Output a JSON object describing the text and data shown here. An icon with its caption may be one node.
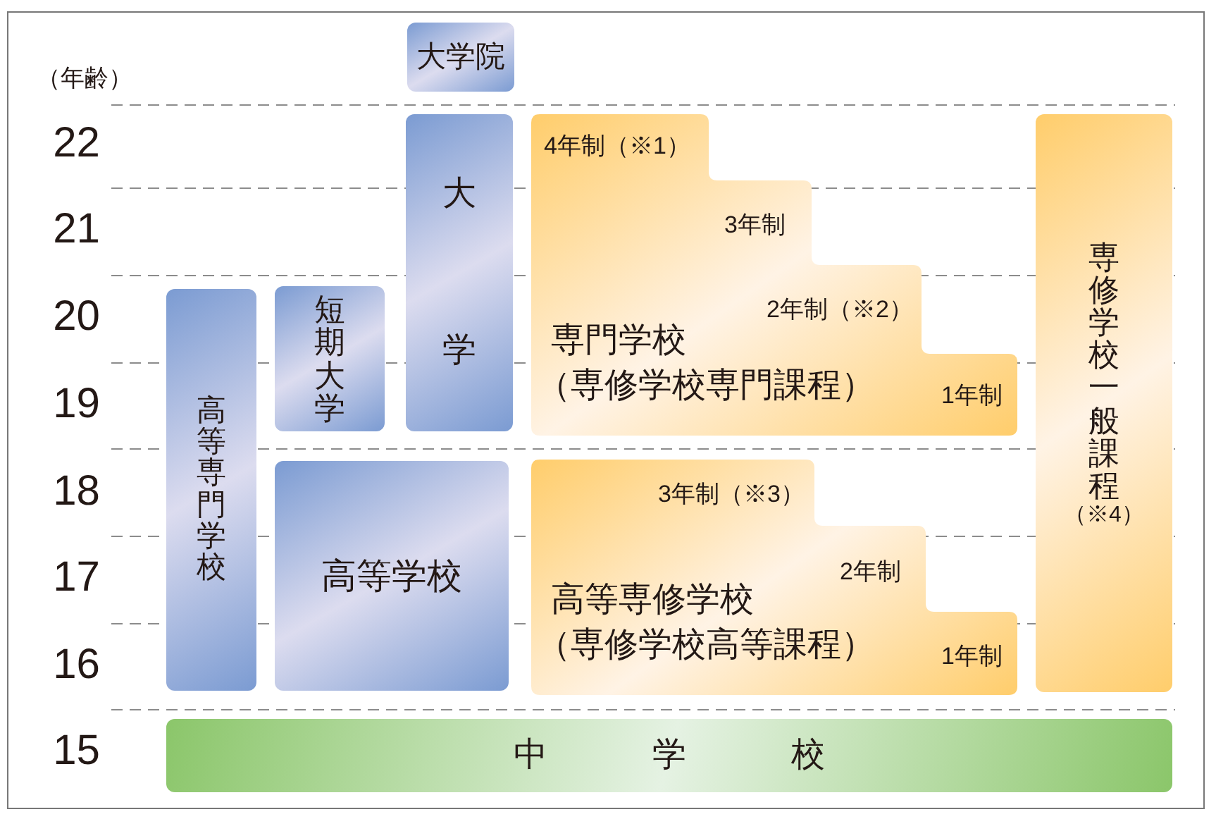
{
  "diagram": {
    "nodes": [
      {
        "text": [
          "大学院"
        ]
      },
      {
        "text": [
          "大学"
        ]
      },
      {
        "text": [
          "4年制（※1）",
          "3年制",
          "2年制（※2）",
          "専門学校",
          "（専修学校専門課程）",
          "1年制"
        ]
      },
      {
        "text": [
          "専修学校一般課程",
          "（※4）"
        ]
      },
      {
        "text": [
          "高等専門学校"
        ]
      },
      {
        "text": [
          "短期大学"
        ]
      },
      {
        "text": [
          "高等学校"
        ]
      },
      {
        "text": [
          "3年制（※3）",
          "2年制",
          "高等専修学校",
          "（専修学校高等課程）",
          "1年制"
        ]
      },
      {
        "text": [
          "中学校"
        ]
      }
    ],
    "labels": [
      "（年齢）",
      "22",
      "21",
      "20",
      "19",
      "18",
      "17",
      "16",
      "15"
    ]
  }
}
